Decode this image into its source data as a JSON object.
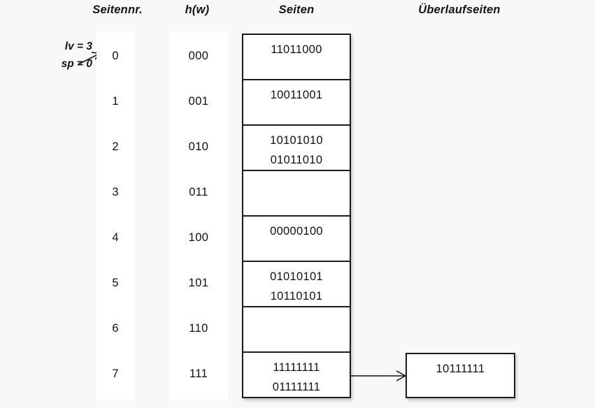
{
  "headers": {
    "index": "Seitennr.",
    "hash": "h(w)",
    "pages": "Seiten",
    "overflow": "Überlaufseiten"
  },
  "annotation": {
    "line1": "lv = 3",
    "line2": "sp = 0",
    "arrow_icon": "arrow-right-icon"
  },
  "colors": {
    "background": "#f8f8f8",
    "column_fill": "#ffffff",
    "border": "#1c1c1c",
    "text": "#111111"
  },
  "rows": [
    {
      "index": "0",
      "hash": "000",
      "lines": [
        "11011000"
      ]
    },
    {
      "index": "1",
      "hash": "001",
      "lines": [
        "10011001"
      ]
    },
    {
      "index": "2",
      "hash": "010",
      "lines": [
        "10101010",
        "01011010"
      ]
    },
    {
      "index": "3",
      "hash": "011",
      "lines": []
    },
    {
      "index": "4",
      "hash": "100",
      "lines": [
        "00000100"
      ]
    },
    {
      "index": "5",
      "hash": "101",
      "lines": [
        "01010101",
        "10110101"
      ]
    },
    {
      "index": "6",
      "hash": "110",
      "lines": []
    },
    {
      "index": "7",
      "hash": "111",
      "lines": [
        "11111111",
        "01111111"
      ]
    }
  ],
  "overflow_pages": [
    {
      "from_row": "7",
      "lines": [
        "10111111"
      ]
    }
  ]
}
